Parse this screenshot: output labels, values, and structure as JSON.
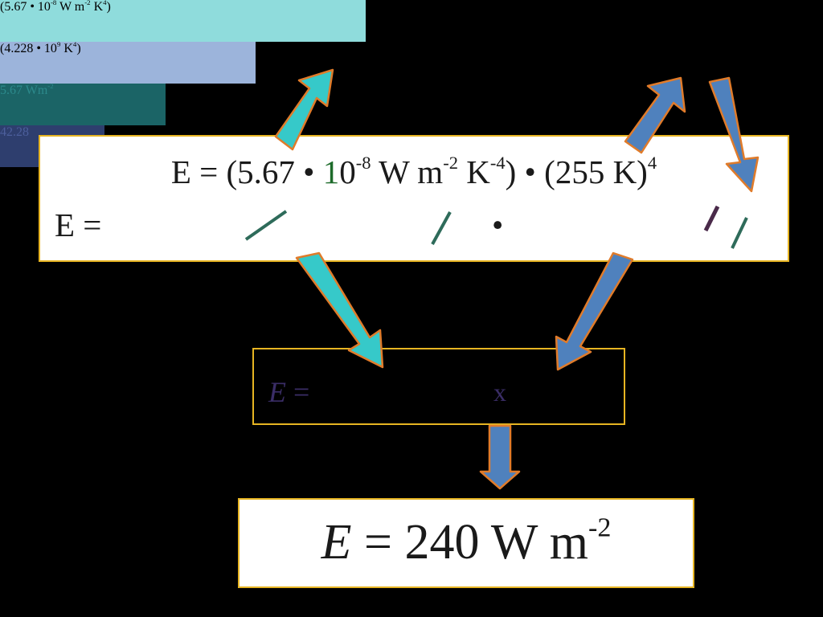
{
  "equation_line1": {
    "lhs": "E = (5.67 • ",
    "ten": "1",
    "rest": "0",
    "exp1": "-8",
    "mid1": " W m",
    "exp2": "-2",
    "mid2": " K",
    "exp3": "-4",
    "mid3": ") • (255 K)",
    "exp4": "4"
  },
  "equation_line2": {
    "lhs": "E =",
    "term_a": "(5.67 • 10",
    "term_a_exp": "-8",
    "term_a_units": " W m",
    "term_a_units_exp": "-2",
    "term_a_tail": " K",
    "term_a_tail_exp": "4",
    "term_a_close": ")",
    "operator": "•",
    "term_b": "(4.228 • 10",
    "term_b_exp": "9",
    "term_b_tail": " K",
    "term_b_tail_exp": "4",
    "term_b_close": ")"
  },
  "simplified": {
    "lhs_var": "E",
    "lhs_eq": " =",
    "term_c": "5.67 Wm",
    "term_c_exp": "-2",
    "times": "x",
    "term_d": "42.28"
  },
  "result": {
    "var": "E",
    "eq": " = 240 W m",
    "exp": "-2"
  },
  "colors": {
    "background": "#000000",
    "panel_border": "#e6b422",
    "highlight_border": "#e07b2a",
    "cyan_arrow": "#36c9c9",
    "blue_arrow": "#4f81bd",
    "strike_green": "#2e6b5a",
    "strike_purple": "#4a2a4a"
  }
}
